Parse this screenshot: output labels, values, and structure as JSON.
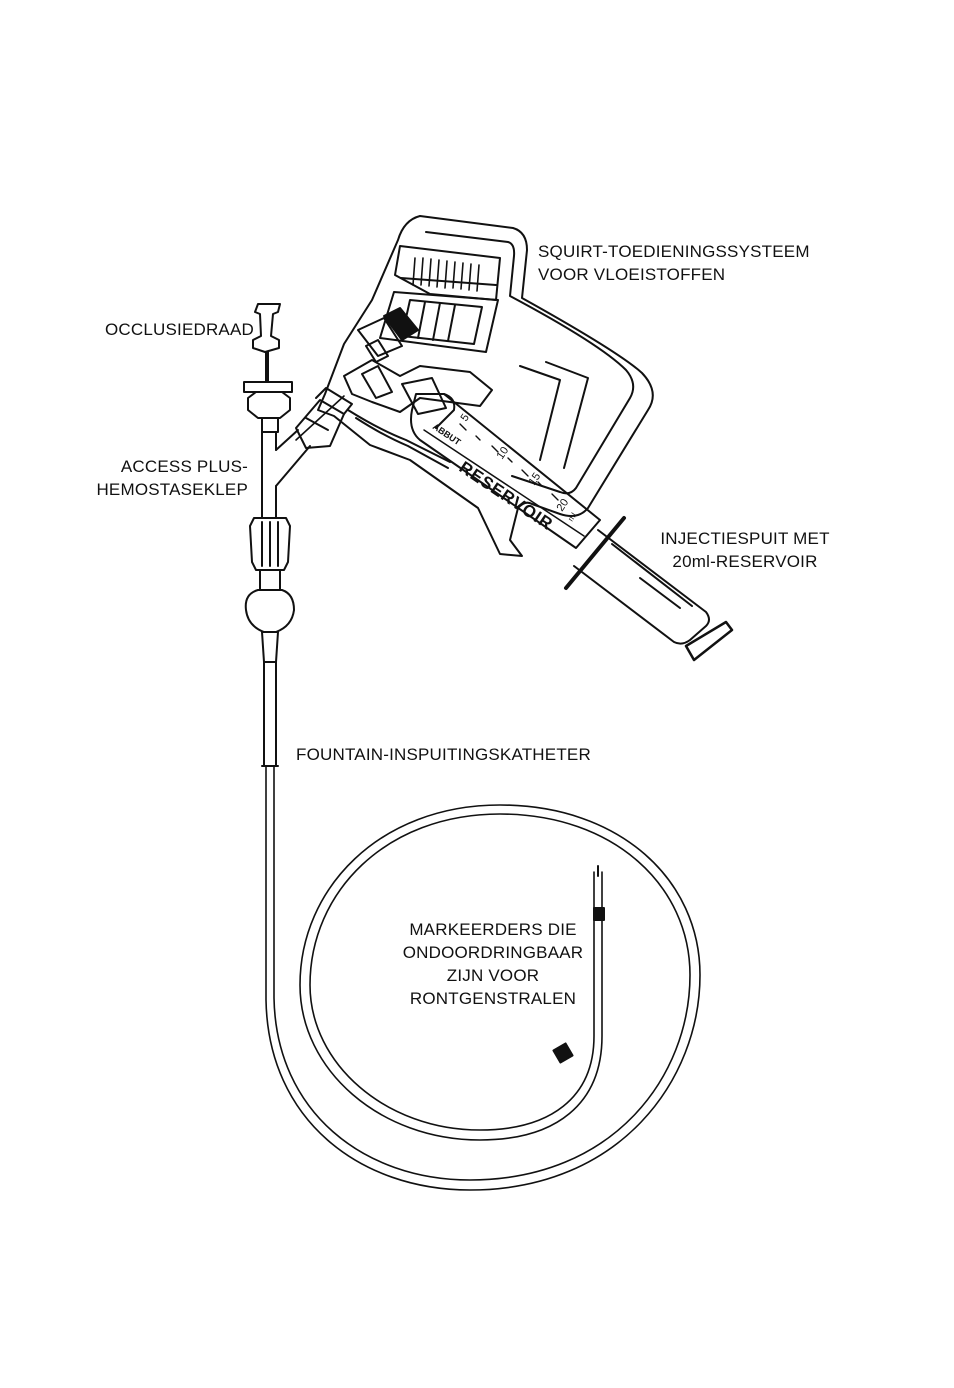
{
  "labels": {
    "squirt_line1": "SQUIRT-TOEDIENINGSSYSTEEM",
    "squirt_line2": "VOOR VLOEISTOFFEN",
    "occlusion_wire": "OCCLUSIEDRAAD",
    "valve_line1": "ACCESS PLUS-",
    "valve_line2": "HEMOSTASEKLEP",
    "syringe_line1": "INJECTIESPUIT MET",
    "syringe_line2": "20ml-RESERVOIR",
    "catheter": "FOUNTAIN-INSPUITINGSKATHETER",
    "markers_line1": "MARKEERDERS DIE",
    "markers_line2": "ONDOORDRINGBAAR",
    "markers_line3": "ZIJN VOOR",
    "markers_line4": "RONTGENSTRALEN"
  },
  "syringe_scale": {
    "brand": "ABBUT",
    "reservoir": "RESERVOIR",
    "ticks": [
      "5",
      "10",
      "15",
      "20"
    ],
    "unit": "ml"
  },
  "colors": {
    "ink": "#111111",
    "background": "#ffffff"
  }
}
